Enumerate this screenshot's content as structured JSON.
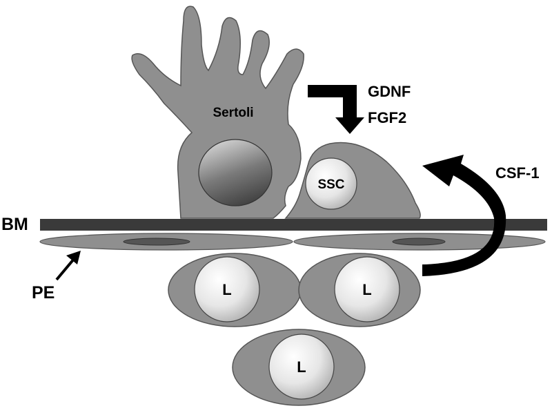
{
  "labels": {
    "sertoli": "Sertoli",
    "ssc": "SSC",
    "growth_factor_1": "GDNF",
    "growth_factor_2": "FGF2",
    "csf": "CSF-1",
    "bm": "BM",
    "pe": "PE",
    "leydig": "L"
  },
  "colors": {
    "cell_fill": "#8f8f8f",
    "cell_stroke": "#555555",
    "nucleus_light": "#f4f4f4",
    "nucleus_dark": "#b8b8b8",
    "basement_membrane": "#3a3a3a",
    "arrow": "#000000"
  }
}
